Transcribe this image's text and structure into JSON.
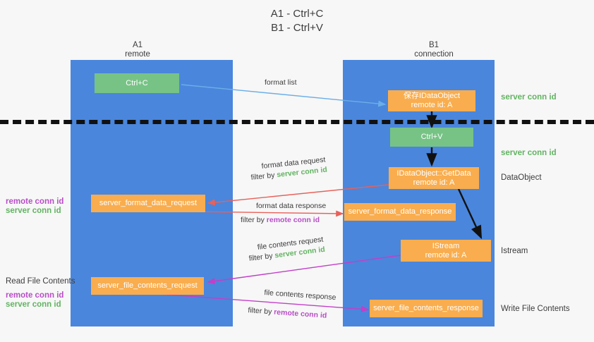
{
  "title": "A1 - Ctrl+C\nB1 - Ctrl+V",
  "columns": [
    {
      "id": "a1",
      "label": "A1\nremote"
    },
    {
      "id": "b1",
      "label": "B1\nconnection"
    }
  ],
  "colors": {
    "lane": "#4a86dc",
    "green_box": "#77c386",
    "orange_box": "#f9ad4e",
    "server_conn_id": "#63b363",
    "remote_conn_id": "#b84ec7",
    "arrow_blue": "#6aaee8",
    "arrow_red": "#e8615a",
    "arrow_magenta": "#c23fc9",
    "arrow_black": "#111111",
    "divider": "#111111",
    "background": "#f7f7f7"
  },
  "nodes": [
    {
      "id": "ctrl-c",
      "label": "Ctrl+C",
      "style": "green",
      "column": "a1"
    },
    {
      "id": "save-idataobject",
      "label": "保存IDataObject\nremote id: A",
      "style": "orange",
      "column": "b1"
    },
    {
      "id": "ctrl-v",
      "label": "Ctrl+V",
      "style": "green",
      "column": "b1"
    },
    {
      "id": "idataobject-getdata",
      "label": "IDataObject::GetData\nremote id: A",
      "style": "orange",
      "column": "b1"
    },
    {
      "id": "server-format-data-request",
      "label": "server_format_data_request",
      "style": "orange",
      "column": "a1"
    },
    {
      "id": "server-format-data-response",
      "label": "server_format_data_response",
      "style": "orange",
      "column": "b1"
    },
    {
      "id": "istream",
      "label": "IStream\nremote id: A",
      "style": "orange",
      "column": "b1"
    },
    {
      "id": "server-file-contents-request",
      "label": "server_file_contents_request",
      "style": "orange",
      "column": "a1"
    },
    {
      "id": "server-file-contents-response",
      "label": "server_file_contents_response",
      "style": "orange",
      "column": "b1"
    }
  ],
  "edge_labels": {
    "format_list": "format list",
    "format_data_request": "format data request",
    "format_data_request_filter_prefix": "filter by ",
    "format_data_request_filter_value": "server conn id",
    "format_data_response": "format data response",
    "format_data_response_filter_prefix": "filter by ",
    "format_data_response_filter_value": "remote conn id",
    "file_contents_request": "file contents request",
    "file_contents_request_filter_prefix": "filter by ",
    "file_contents_request_filter_value": "server conn id",
    "file_contents_response": "file contents response",
    "file_contents_response_filter_prefix": "filter by ",
    "file_contents_response_filter_value": "remote conn id"
  },
  "right_annotations": [
    {
      "id": "server-conn-id-1",
      "text": "server conn id",
      "style": "green"
    },
    {
      "id": "server-conn-id-2",
      "text": "server conn id",
      "style": "green"
    },
    {
      "id": "dataobject",
      "text": "DataObject",
      "style": "plain"
    },
    {
      "id": "istream-label",
      "text": "Istream",
      "style": "plain"
    },
    {
      "id": "write-file-contents",
      "text": "Write File Contents",
      "style": "plain"
    }
  ],
  "left_annotations": [
    {
      "id": "conn-ids-1-remote",
      "text": "remote conn id",
      "style": "purple"
    },
    {
      "id": "conn-ids-1-server",
      "text": "server conn id",
      "style": "green"
    },
    {
      "id": "read-file-contents",
      "text": "Read File Contents",
      "style": "plain"
    },
    {
      "id": "conn-ids-2-remote",
      "text": "remote conn id",
      "style": "purple"
    },
    {
      "id": "conn-ids-2-server",
      "text": "server conn id",
      "style": "green"
    }
  ]
}
